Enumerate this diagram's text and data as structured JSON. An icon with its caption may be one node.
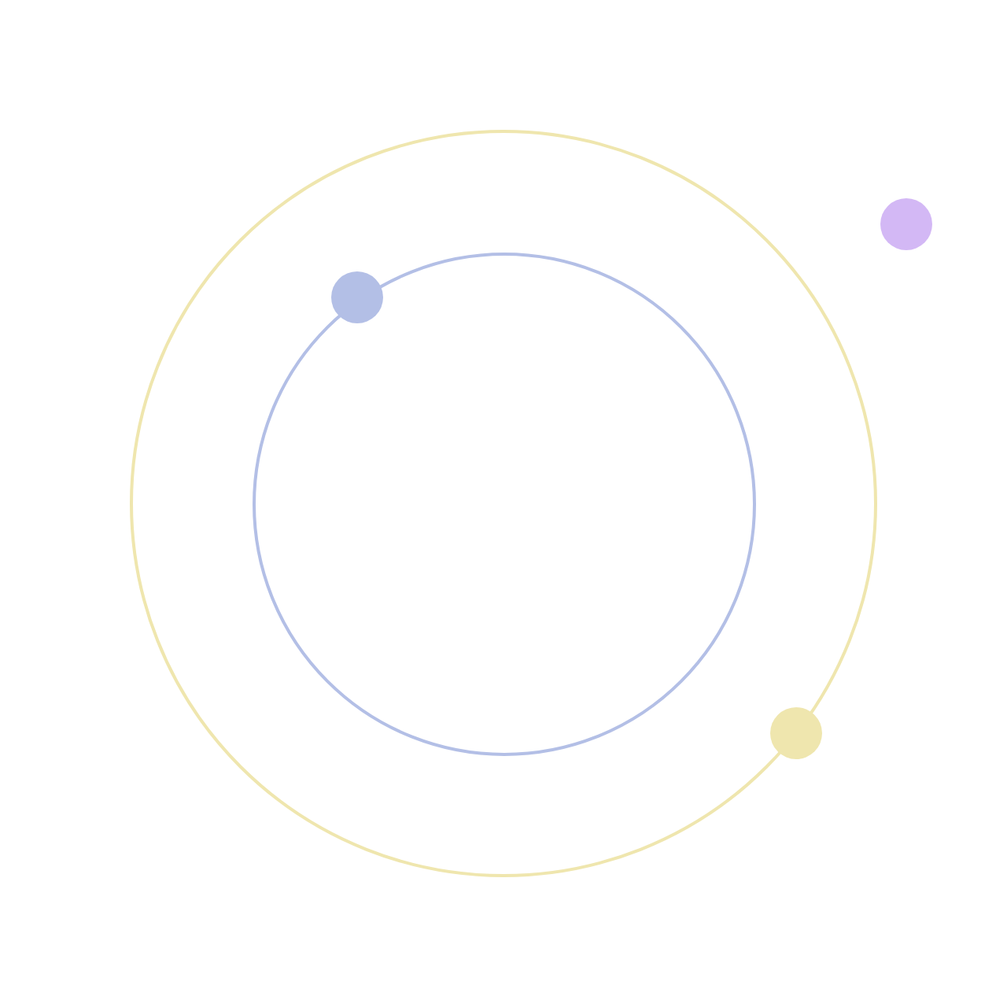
{
  "diagram": {
    "nodes": [
      {
        "text": [],
        "shape": "circle"
      },
      {
        "text": [],
        "shape": "circle",
        "in": 0
      },
      {
        "text": [],
        "shape": "circle"
      },
      {
        "text": [],
        "shape": "circle",
        "in": 0
      },
      {
        "text": [],
        "shape": "circle"
      }
    ]
  }
}
